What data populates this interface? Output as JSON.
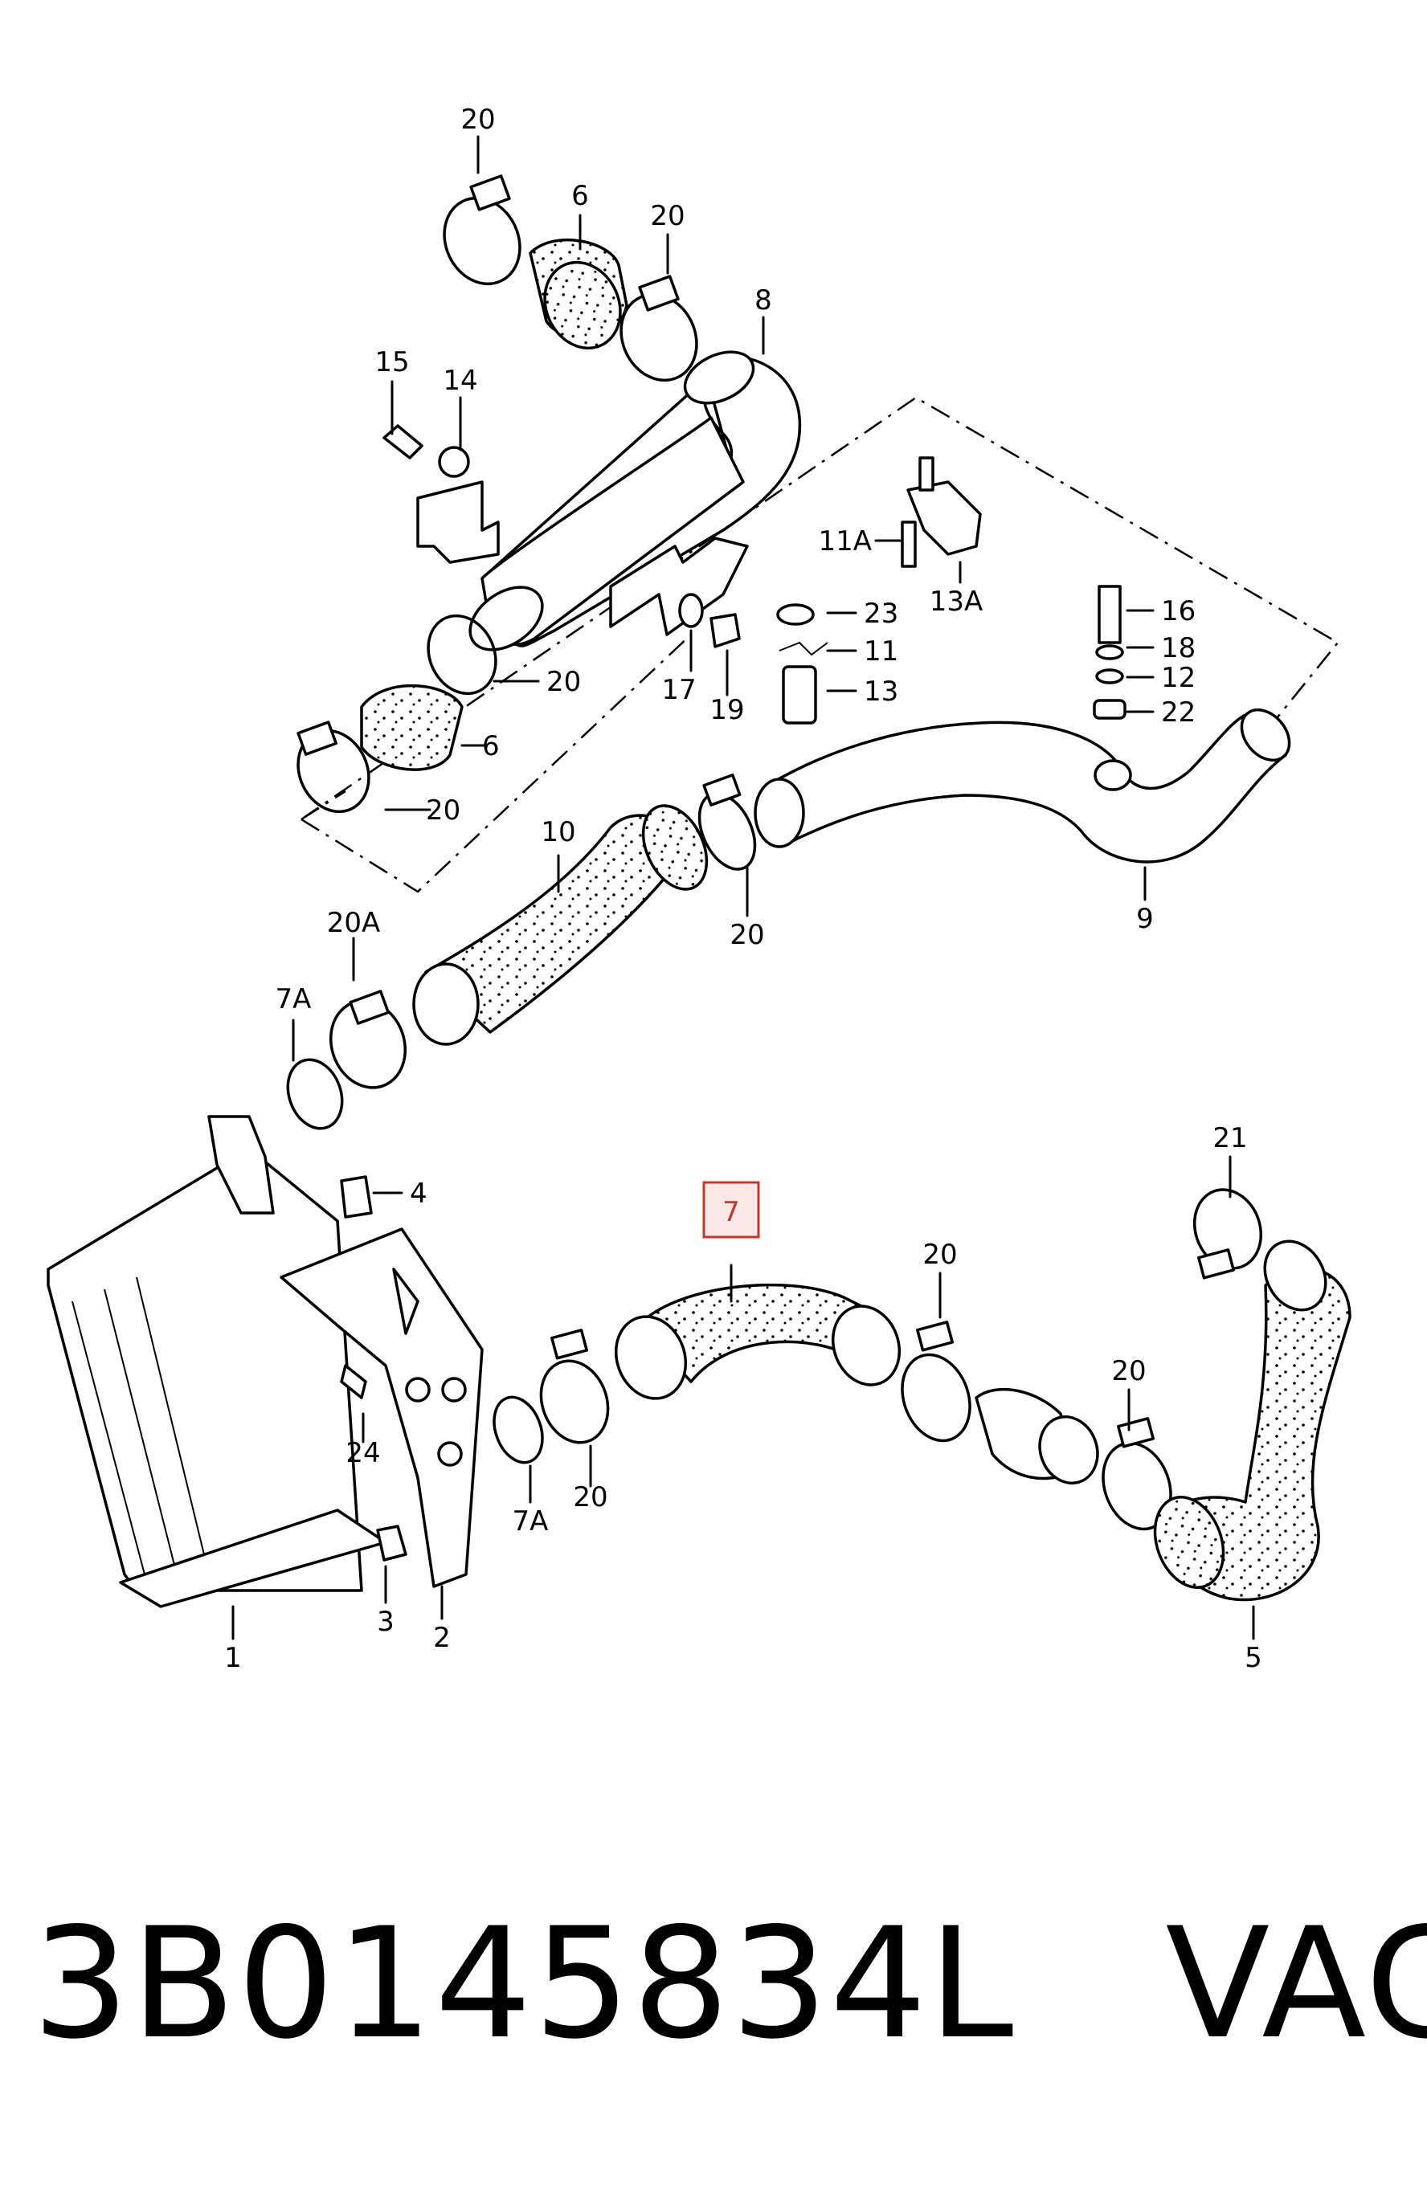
{
  "callouts": {
    "c20_top": "20",
    "c6_top": "6",
    "c20_b": "20",
    "c8": "8",
    "c15": "15",
    "c14": "14",
    "c11A": "11A",
    "c13A": "13A",
    "c23": "23",
    "c11": "11",
    "c13": "13",
    "c16": "16",
    "c18": "18",
    "c12": "12",
    "c22": "22",
    "c17": "17",
    "c19": "19",
    "c20_c": "20",
    "c6_b": "6",
    "c20_d": "20",
    "c10": "10",
    "c20_e": "20",
    "c9": "9",
    "c20A": "20A",
    "c7A_a": "7A",
    "c4": "4",
    "c7": "7",
    "c21": "21",
    "c20_f": "20",
    "c20_g": "20",
    "c24": "24",
    "c20_h": "20",
    "c7A_b": "7A",
    "c3": "3",
    "c2": "2",
    "c1": "1",
    "c5": "5"
  },
  "highlight_color": "#c0392b",
  "caption": {
    "part_number": "3B0145834L",
    "brand": "VAG",
    "separator": "   "
  }
}
